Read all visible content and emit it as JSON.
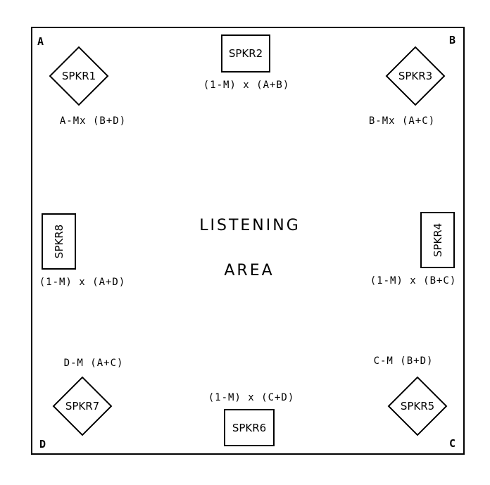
{
  "corners": {
    "a": "A",
    "b": "B",
    "c": "C",
    "d": "D"
  },
  "center": {
    "line1": "LISTENING",
    "line2": "AREA"
  },
  "speakers": {
    "spkr1": {
      "label": "SPKR1",
      "formula": "A-Mx (B+D)"
    },
    "spkr2": {
      "label": "SPKR2",
      "formula": "(1-M) x (A+B)"
    },
    "spkr3": {
      "label": "SPKR3",
      "formula": "B-Mx (A+C)"
    },
    "spkr4": {
      "label": "SPKR4",
      "formula": "(1-M) x (B+C)"
    },
    "spkr5": {
      "label": "SPKR5",
      "formula": "C-M (B+D)"
    },
    "spkr6": {
      "label": "SPKR6",
      "formula": "(1-M) x (C+D)"
    },
    "spkr7": {
      "label": "SPKR7",
      "formula": "D-M (A+C)"
    },
    "spkr8": {
      "label": "SPKR8",
      "formula": "(1-M) x (A+D)"
    }
  }
}
